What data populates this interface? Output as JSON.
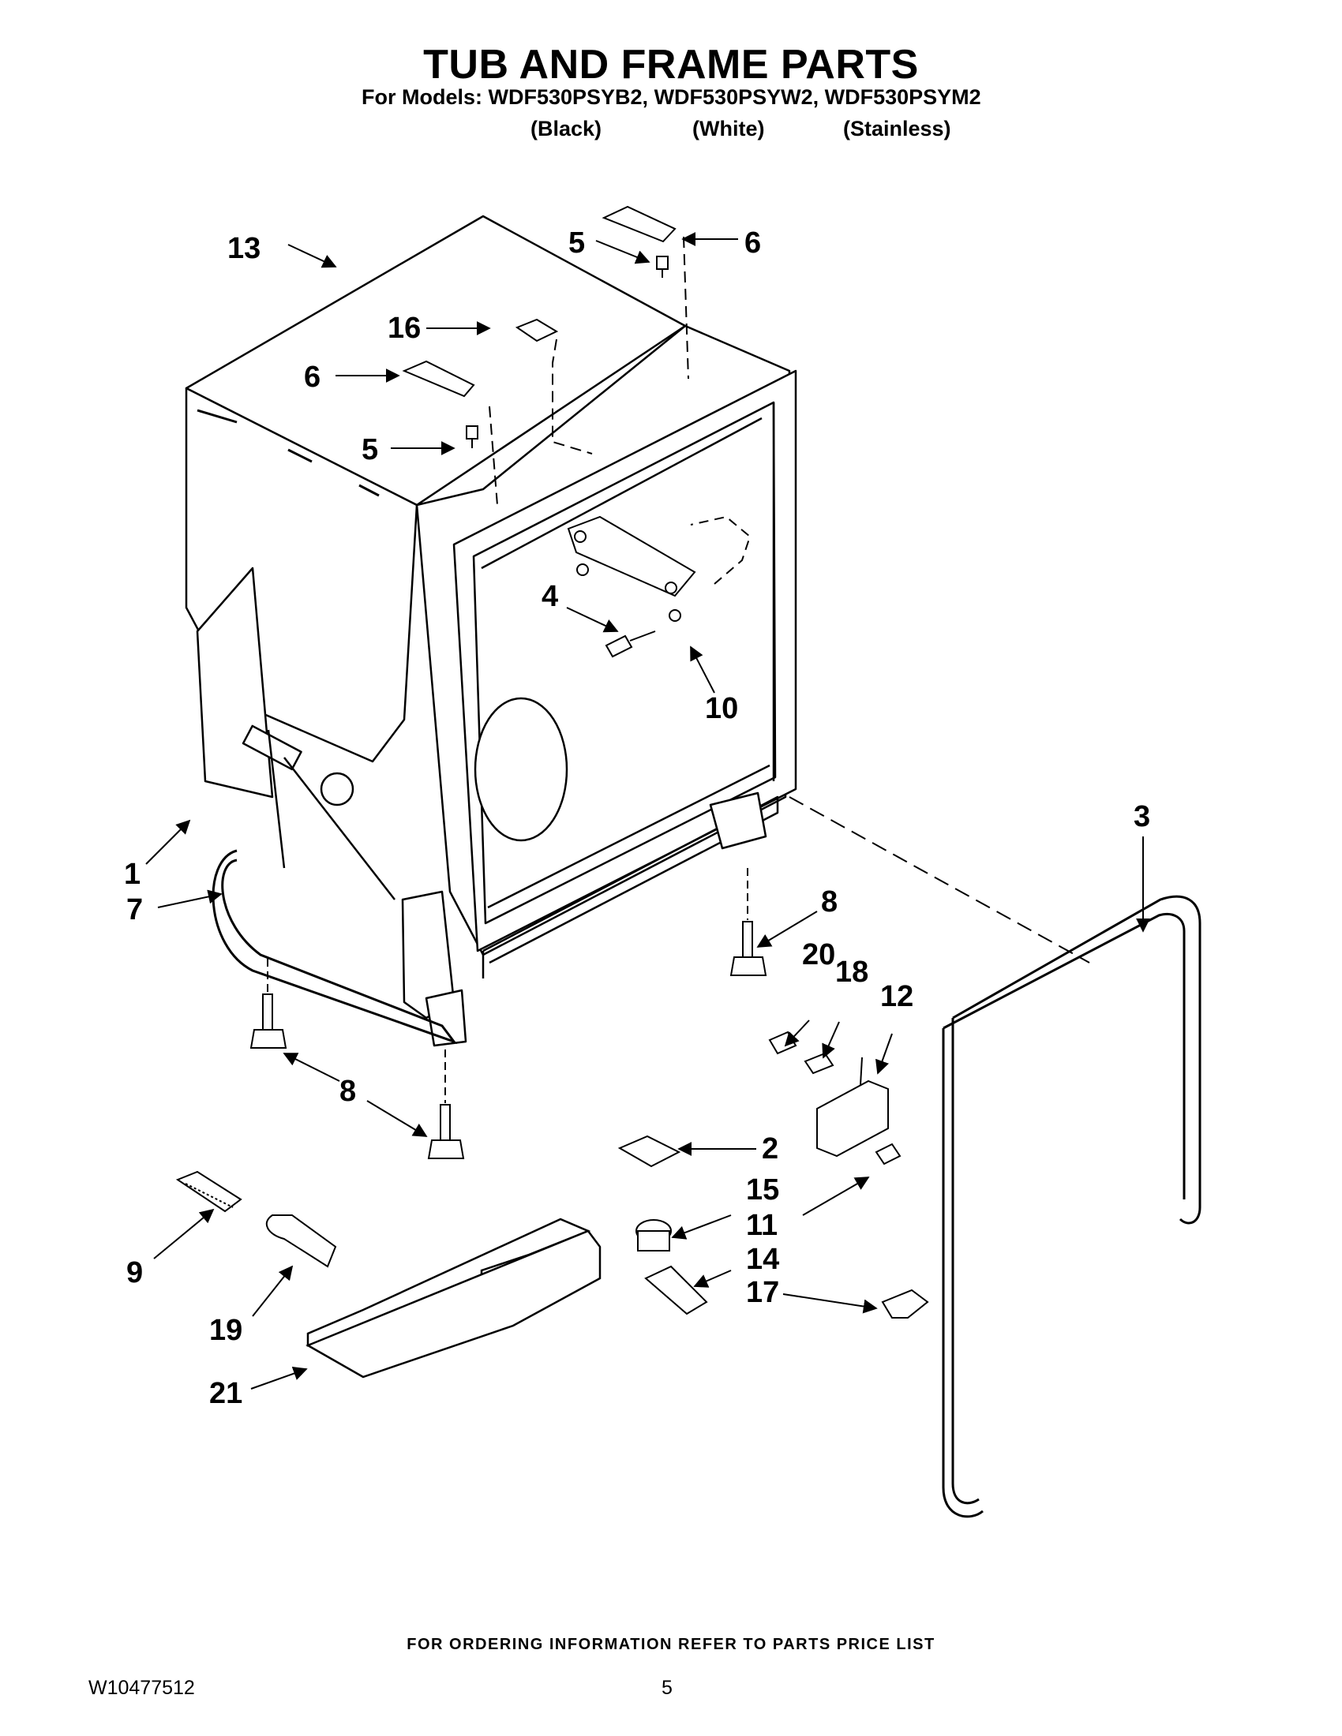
{
  "header": {
    "title": "TUB AND FRAME PARTS",
    "models_line": "For Models: WDF530PSYB2, WDF530PSYW2, WDF530PSYM2",
    "variants": [
      "(Black)",
      "(White)",
      "(Stainless)"
    ]
  },
  "callouts": {
    "c1": "1",
    "c2": "2",
    "c3": "3",
    "c4": "4",
    "c5a": "5",
    "c5b": "5",
    "c6a": "6",
    "c6b": "6",
    "c7": "7",
    "c8a": "8",
    "c8b": "8",
    "c9": "9",
    "c10": "10",
    "c11": "11",
    "c12": "12",
    "c13": "13",
    "c14": "14",
    "c15": "15",
    "c16": "16",
    "c17": "17",
    "c18": "18",
    "c19": "19",
    "c20": "20",
    "c21": "21"
  },
  "footer": {
    "ordering_note": "FOR ORDERING INFORMATION REFER TO PARTS PRICE LIST",
    "doc_number": "W10477512",
    "page_number": "5"
  }
}
